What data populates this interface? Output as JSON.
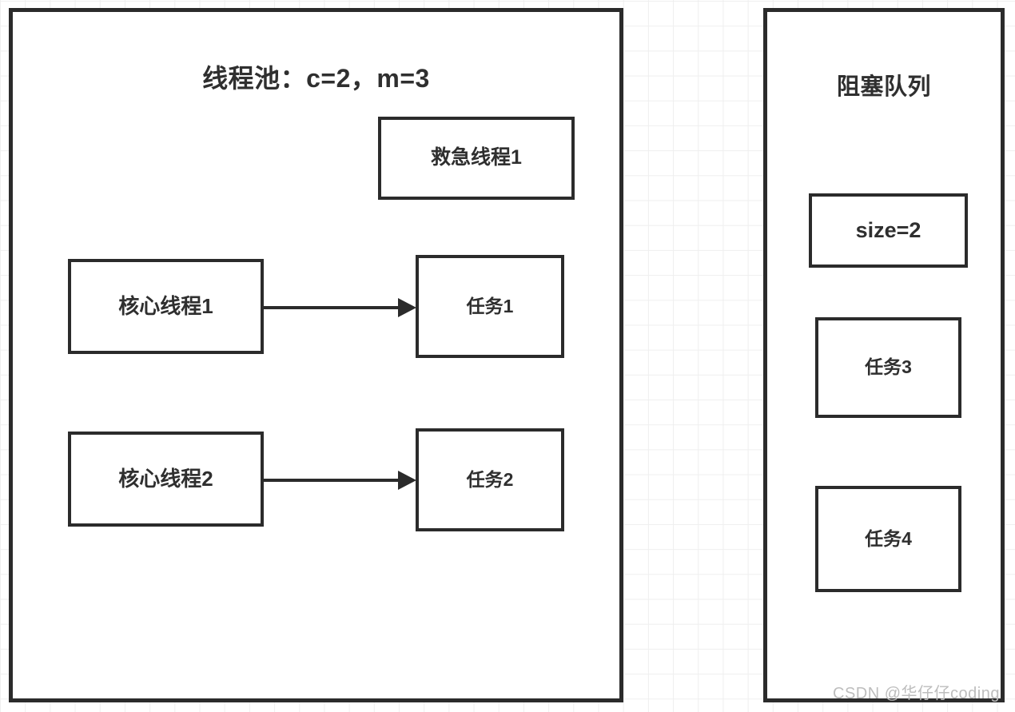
{
  "diagram": {
    "background": {
      "grid": "light-grid",
      "grid_color": "#efefef",
      "page_color": "#ffffff"
    },
    "stroke_color": "#2b2b2b",
    "text_color": "#2f2f2f",
    "pool_panel": {
      "title": "线程池：c=2，m=3",
      "boxes": [
        {
          "key": "rescue_1",
          "label": "救急线程1"
        },
        {
          "key": "core_1",
          "label": "核心线程1"
        },
        {
          "key": "core_2",
          "label": "核心线程2"
        },
        {
          "key": "task_1",
          "label": "任务1"
        },
        {
          "key": "task_2",
          "label": "任务2"
        }
      ],
      "arrows": [
        {
          "key": "core_1_to_task_1",
          "from": "核心线程1",
          "to": "任务1"
        },
        {
          "key": "core_2_to_task_2",
          "from": "核心线程2",
          "to": "任务2"
        }
      ]
    },
    "queue_panel": {
      "title": "阻塞队列",
      "boxes": [
        {
          "key": "size",
          "label": "size=2"
        },
        {
          "key": "task_3",
          "label": "任务3"
        },
        {
          "key": "task_4",
          "label": "任务4"
        }
      ]
    },
    "watermark": "CSDN @华仔仔coding"
  }
}
